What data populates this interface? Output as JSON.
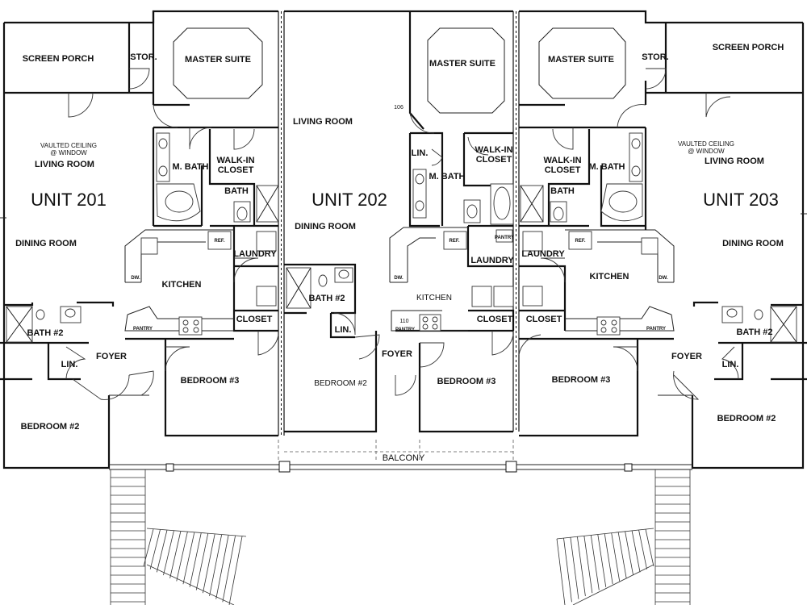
{
  "units": {
    "u201": "UNIT 201",
    "u202": "UNIT 202",
    "u203": "UNIT 203"
  },
  "rooms": {
    "screen_porch": "SCREEN PORCH",
    "stor": "STOR.",
    "master_suite": "MASTER SUITE",
    "living_room": "LIVING ROOM",
    "vaulted_ceiling": "VAULTED CEILING",
    "window": "@ WINDOW",
    "m_bath": "M. BATH",
    "walk_in": "WALK-IN",
    "closet": "CLOSET",
    "bath": "BATH",
    "dining_room": "DINING ROOM",
    "laundry": "LAUNDRY",
    "kitchen": "KITCHEN",
    "bath2": "BATH #2",
    "lin": "LIN.",
    "foyer": "FOYER",
    "bedroom3": "BEDROOM #3",
    "bedroom2": "BEDROOM #2",
    "balcony": "BALCONY"
  },
  "fixtures": {
    "ref": "REF.",
    "dw": "DW.",
    "pantry": "PANTRY"
  },
  "markers": {
    "m106": "106",
    "m110": "110"
  }
}
